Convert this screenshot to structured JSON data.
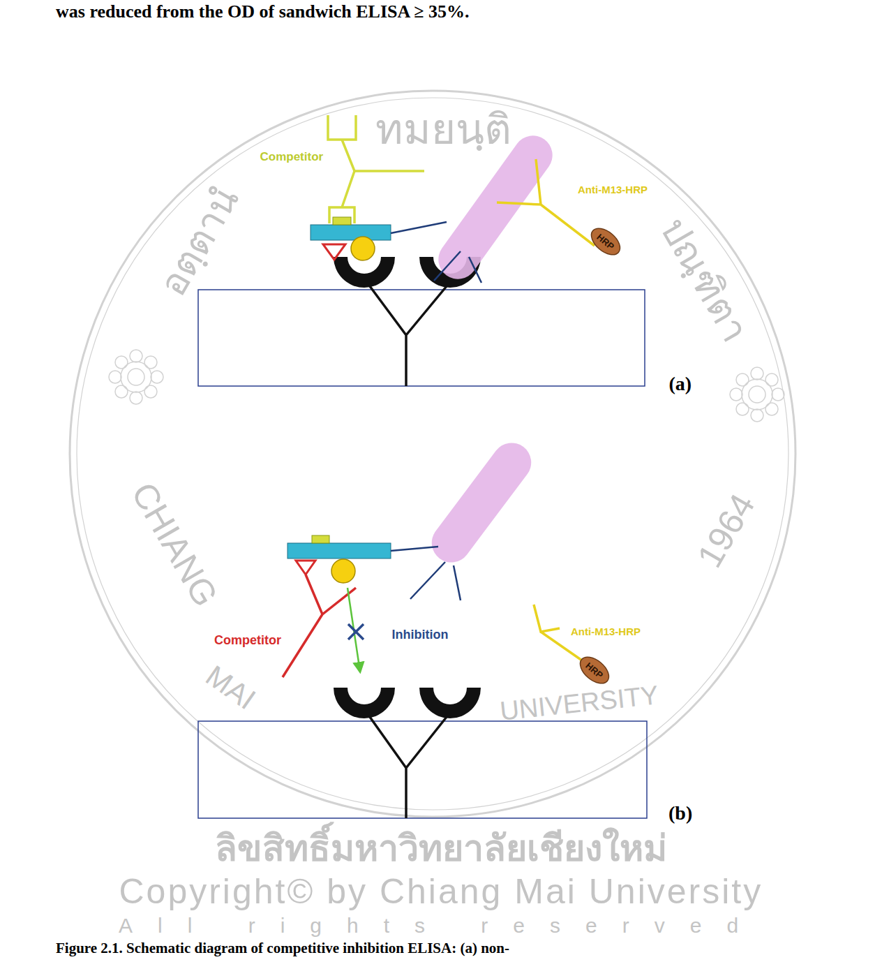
{
  "diagram": {
    "caption": "Figure 2.1. Schematic diagram of competitive inhibition ELISA: (a) non-",
    "nodes": [
      {
        "text": [
          "HRP"
        ]
      },
      {
        "text": [
          "HRP"
        ]
      }
    ],
    "labels": [
      "was reduced from the OD of sandwich ELISA ≥ 35%.",
      "Competitor",
      "Anti-M13-HRP",
      "(a)",
      "Competitor",
      "Inhibition",
      "Anti-M13-HRP",
      "(b)",
      "ทมยนฺติ",
      "อตฺตานํ",
      "ปณฺฑิตา",
      "CHIANG",
      "MAI",
      "UNIVERSITY",
      "1964",
      "ลิขสิทธิ์มหาวิทยาลัยเชียงใหม่",
      "Copyright© by Chiang Mai University",
      "All rights reserved"
    ]
  }
}
